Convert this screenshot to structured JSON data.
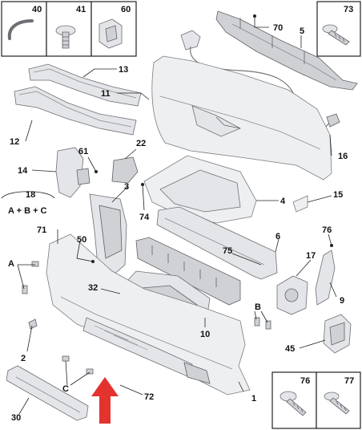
{
  "callouts": {
    "c1": "1",
    "c2": "2",
    "c3": "3",
    "c4": "4",
    "c5": "5",
    "c6": "6",
    "c9": "9",
    "c10": "10",
    "c11": "11",
    "c12": "12",
    "c13": "13",
    "c14": "14",
    "c15": "15",
    "c16": "16",
    "c17": "17",
    "c18": "18",
    "c22": "22",
    "c30": "30",
    "c32": "32",
    "c40": "40",
    "c41": "41",
    "c45": "45",
    "c50": "50",
    "c60": "60",
    "c61": "61",
    "c70": "70",
    "c71": "71",
    "c72": "72",
    "c73": "73",
    "c74": "74",
    "c75": "75",
    "c76": "76",
    "c77": "77",
    "cA": "A",
    "cB": "B",
    "cC": "C"
  },
  "formula": "A + B + C",
  "box_labels": {
    "b40": "40",
    "b41": "41",
    "b60": "60",
    "b73": "73",
    "b76": "76",
    "b77": "77"
  },
  "colors": {
    "arrow": "#e2332e",
    "part_fill": "#e4e5e8",
    "line": "#222222"
  },
  "icons": [
    "screw-icon",
    "clip-icon",
    "push-rivet-icon",
    "bracket-clip-icon",
    "red-arrow-icon"
  ]
}
